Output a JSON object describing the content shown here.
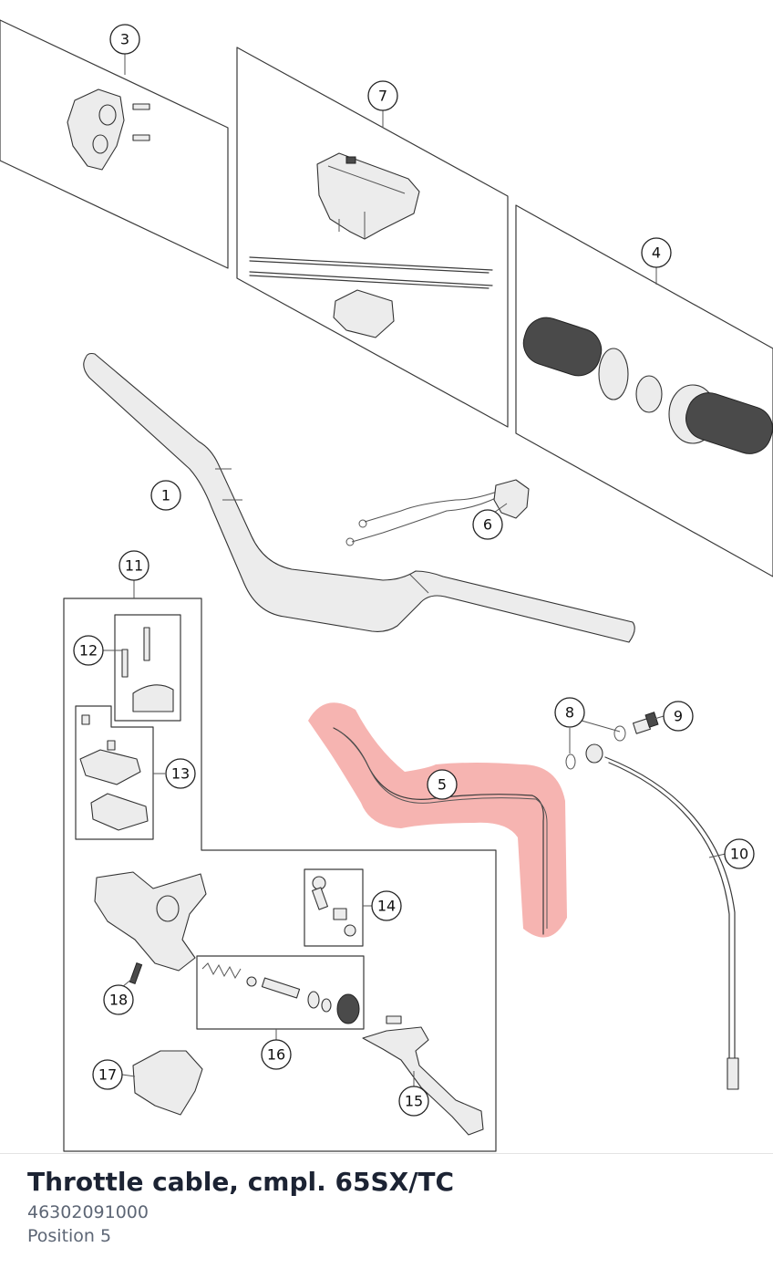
{
  "diagram": {
    "callouts": [
      "1",
      "3",
      "4",
      "5",
      "6",
      "7",
      "8",
      "9",
      "10",
      "11",
      "12",
      "13",
      "14",
      "15",
      "16",
      "17",
      "18"
    ],
    "highlighted_part": "5"
  },
  "part": {
    "title": "Throttle cable, cmpl. 65SX/TC",
    "number": "46302091000",
    "position": "Position 5"
  },
  "colors": {
    "highlight": "#f4a7a3",
    "title": "#1c2333",
    "secondary": "#5d6675"
  }
}
